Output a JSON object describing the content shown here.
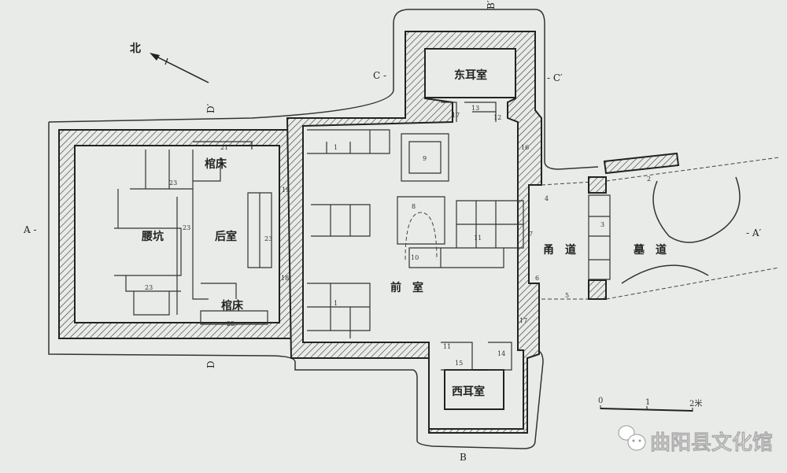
{
  "north_label": "北",
  "section_marks": {
    "a_left": "A -",
    "a_right": "- A′",
    "c_left": "C -",
    "c_right": "- C′",
    "d_top": "D′",
    "d_bottom": "D",
    "b_top": "B′",
    "b_bottom": "B"
  },
  "rooms": {
    "east_ear": "东耳室",
    "west_ear": "西耳室",
    "front": "前　室",
    "rear": "后室",
    "waist_pit": "腰坑",
    "coffin_bed_top": "棺床",
    "coffin_bed_bottom": "棺床",
    "corridor": "甬　道",
    "dromos": "墓　道"
  },
  "numbers": {
    "n23a": "23",
    "n23b": "23",
    "n23c": "23",
    "n23d": "23",
    "n21": "21",
    "n22": "22",
    "n19": "19",
    "n18": "18",
    "n17a": "17",
    "n13": "13",
    "n12": "12",
    "n16": "16",
    "n9": "9",
    "n8": "8",
    "n11a": "11",
    "n11b": "11",
    "n10": "10",
    "n1a": "1",
    "n1b": "1",
    "n14": "14",
    "n15": "15",
    "n17b": "17",
    "n6": "6",
    "n7": "7",
    "n5": "5",
    "n3": "3",
    "n2": "2",
    "n4": "4"
  },
  "scale": {
    "zero": "0",
    "one": "1",
    "two": "2米"
  },
  "watermark": "曲阳县文化馆"
}
